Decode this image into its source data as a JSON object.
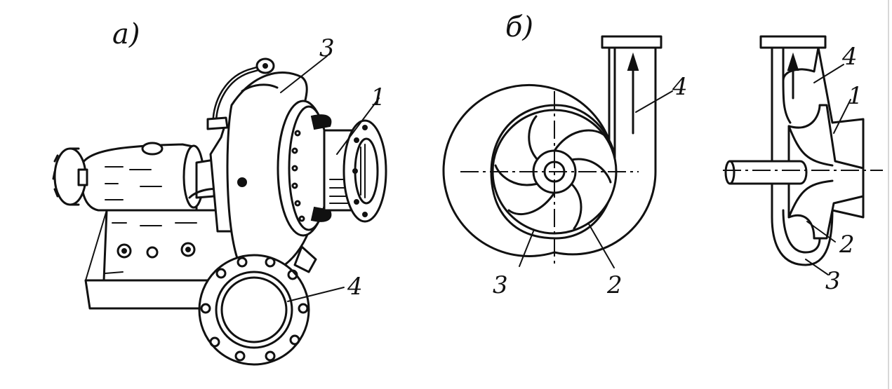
{
  "panels": {
    "a": {
      "title": "a)",
      "labels": {
        "outlet_flange": "1",
        "volute_casing": "3",
        "discharge_flange": "4"
      }
    },
    "b": {
      "title": "б)",
      "front_view": {
        "impeller": "2",
        "volute": "3",
        "discharge_pipe": "4"
      },
      "side_view": {
        "inlet": "1",
        "impeller": "2",
        "volute": "3",
        "discharge_pipe": "4"
      }
    }
  }
}
